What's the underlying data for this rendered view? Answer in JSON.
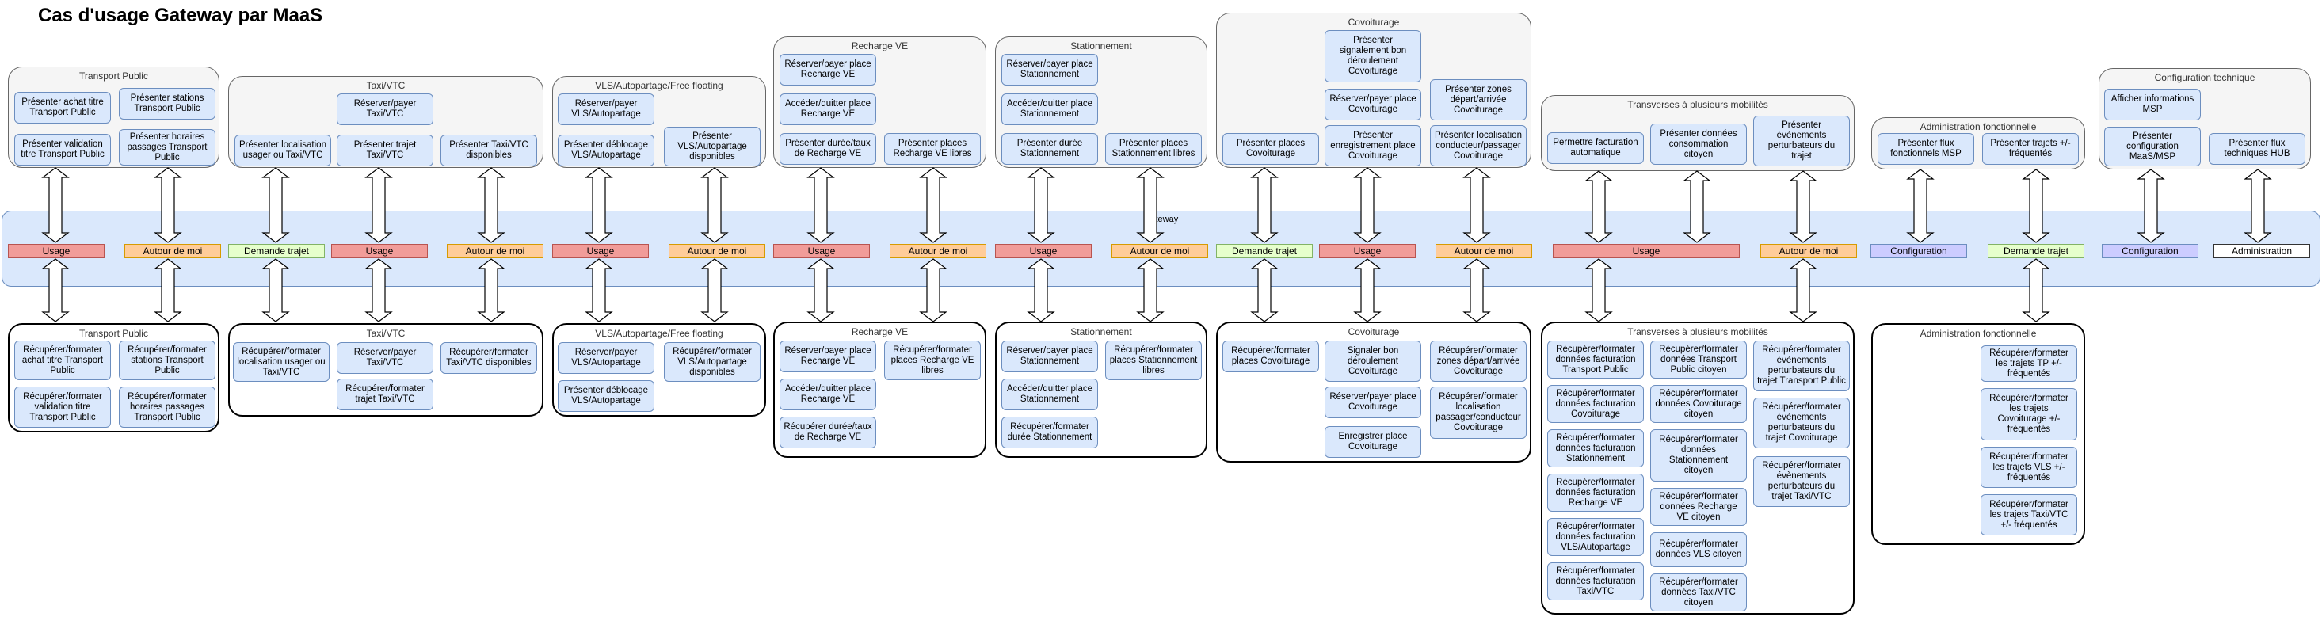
{
  "title": "Cas d'usage Gateway par MaaS",
  "gateway": {
    "label": "Gateway"
  },
  "gateway_buttons": {
    "usage_1": "Usage",
    "autour_1": "Autour de moi",
    "demande_2": "Demande trajet",
    "usage_2": "Usage",
    "autour_2": "Autour de moi",
    "usage_3": "Usage",
    "autour_3": "Autour de moi",
    "usage_4": "Usage",
    "autour_4": "Autour de moi",
    "usage_5": "Usage",
    "autour_5": "Autour de moi",
    "demande_6": "Demande trajet",
    "usage_6": "Usage",
    "autour_6": "Autour de moi",
    "usage_7": "Usage",
    "autour_7": "Autour de moi",
    "config_8": "Configuration",
    "demande_8": "Demande trajet",
    "config_9": "Configuration",
    "admin_9": "Administration"
  },
  "top_groups": {
    "tp": {
      "title": "Transport Public",
      "b1": "Présenter achat titre Transport Public",
      "b2": "Présenter stations Transport Public",
      "b3": "Présenter validation titre Transport Public",
      "b4": "Présenter horaires passages Transport Public"
    },
    "taxi": {
      "title": "Taxi/VTC",
      "b1": "Réserver/payer Taxi/VTC",
      "b2": "Présenter localisation usager ou Taxi/VTC",
      "b3": "Présenter trajet Taxi/VTC",
      "b4": "Présenter Taxi/VTC disponibles"
    },
    "vls": {
      "title": "VLS/Autopartage/Free floating",
      "b1": "Réserver/payer VLS/Autopartage",
      "b2": "Présenter déblocage VLS/Autopartage",
      "b3": "Présenter VLS/Autopartage disponibles"
    },
    "recharge": {
      "title": "Recharge VE",
      "b1": "Réserver/payer place Recharge VE",
      "b2": "Accéder/quitter place Recharge VE",
      "b3": "Présenter durée/taux de Recharge VE",
      "b4": "Présenter places Recharge VE libres"
    },
    "station": {
      "title": "Stationnement",
      "b1": "Réserver/payer place Stationnement",
      "b2": "Accéder/quitter place Stationnement",
      "b3": "Présenter durée Stationnement",
      "b4": "Présenter places Stationnement libres"
    },
    "covoit": {
      "title": "Covoiturage",
      "b1": "Présenter signalement bon déroulement Covoiturage",
      "b2": "Réserver/payer place Covoiturage",
      "b3": "Présenter zones départ/arrivée Covoiturage",
      "b4": "Présenter places Covoiturage",
      "b5": "Présenter enregistrement place Covoiturage",
      "b6": "Présenter localisation conducteur/passager Covoiturage"
    },
    "transverses": {
      "title": "Transverses à plusieurs mobilités",
      "b1": "Permettre facturation automatique",
      "b2": "Présenter données consommation citoyen",
      "b3": "Présenter évènements perturbateurs du trajet"
    },
    "adminf": {
      "title": "Administration fonctionnelle",
      "b1": "Présenter flux fonctionnels MSP",
      "b2": "Présenter trajets +/- fréquentés"
    },
    "configtech": {
      "title": "Configuration technique",
      "b1": "Afficher informations MSP",
      "b2": "Présenter configuration MaaS/MSP",
      "b3": "Présenter flux techniques HUB"
    }
  },
  "bottom_groups": {
    "tp": {
      "title": "Transport Public",
      "b1": "Récupérer/formater achat titre Transport Public",
      "b2": "Récupérer/formater stations Transport Public",
      "b3": "Récupérer/formater validation titre Transport Public",
      "b4": "Récupérer/formater horaires passages Transport Public"
    },
    "taxi": {
      "title": "Taxi/VTC",
      "b1": "Récupérer/formater localisation usager ou Taxi/VTC",
      "b2": "Réserver/payer Taxi/VTC",
      "b3": "Récupérer/formater Taxi/VTC disponibles",
      "b4": "Récupérer/formater trajet Taxi/VTC"
    },
    "vls": {
      "title": "VLS/Autopartage/Free floating",
      "b1": "Réserver/payer VLS/Autopartage",
      "b2": "Récupérer/formater VLS/Autopartage disponibles",
      "b3": "Présenter déblocage VLS/Autopartage"
    },
    "recharge": {
      "title": "Recharge VE",
      "b1": "Réserver/payer place Recharge VE",
      "b2": "Récupérer/formater places Recharge VE libres",
      "b3": "Accéder/quitter place Recharge VE",
      "b4": "Récupérer durée/taux de Recharge VE"
    },
    "station": {
      "title": "Stationnement",
      "b1": "Réserver/payer place Stationnement",
      "b2": "Récupérer/formater places Stationnement libres",
      "b3": "Accéder/quitter place Stationnement",
      "b4": "Récupérer/formater durée Stationnement"
    },
    "covoit": {
      "title": "Covoiturage",
      "b1": "Récupérer/formater places Covoiturage",
      "b2": "Signaler bon déroulement Covoiturage",
      "b3": "Récupérer/formater zones départ/arrivée Covoiturage",
      "b4": "Réserver/payer place Covoiturage",
      "b5": "Récupérer/formater localisation passager/conducteur Covoiturage",
      "b6": "Enregistrer place Covoiturage"
    },
    "transverses": {
      "title": "Transverses à plusieurs mobilités",
      "c1": [
        "Récupérer/formater données facturation Transport Public",
        "Récupérer/formater données facturation Covoiturage",
        "Récupérer/formater données facturation Stationnement",
        "Récupérer/formater données facturation Recharge VE",
        "Récupérer/formater données facturation VLS/Autopartage",
        "Récupérer/formater données facturation Taxi/VTC"
      ],
      "c2": [
        "Récupérer/formater données Transport Public citoyen",
        "Récupérer/formater données Covoiturage citoyen",
        "Récupérer/formater données Stationnement citoyen",
        "Récupérer/formater données Recharge VE citoyen",
        "Récupérer/formater données VLS citoyen",
        "Récupérer/formater données Taxi/VTC citoyen"
      ],
      "c3": [
        "Récupérer/formater évènements perturbateurs du trajet Transport Public",
        "Récupérer/formater évènements perturbateurs du trajet Covoiturage",
        "Récupérer/formater évènements perturbateurs du trajet Taxi/VTC"
      ]
    },
    "adminf": {
      "title": "Administration fonctionnelle",
      "b1": "Récupérer/formater les trajets TP +/- fréquentés",
      "b2": "Récupérer/formater les trajets Covoiturage +/- fréquentés",
      "b3": "Récupérer/formater les trajets VLS +/- fréquentés",
      "b4": "Récupérer/formater les trajets Taxi/VTC +/- fréquentés"
    }
  },
  "colors": {
    "usage": "#f19c99",
    "autour": "#ffcc99",
    "demande": "#e6ffcc",
    "config": "#ccccff",
    "box": "#dae8fc",
    "gateway": "#dae8fc"
  }
}
